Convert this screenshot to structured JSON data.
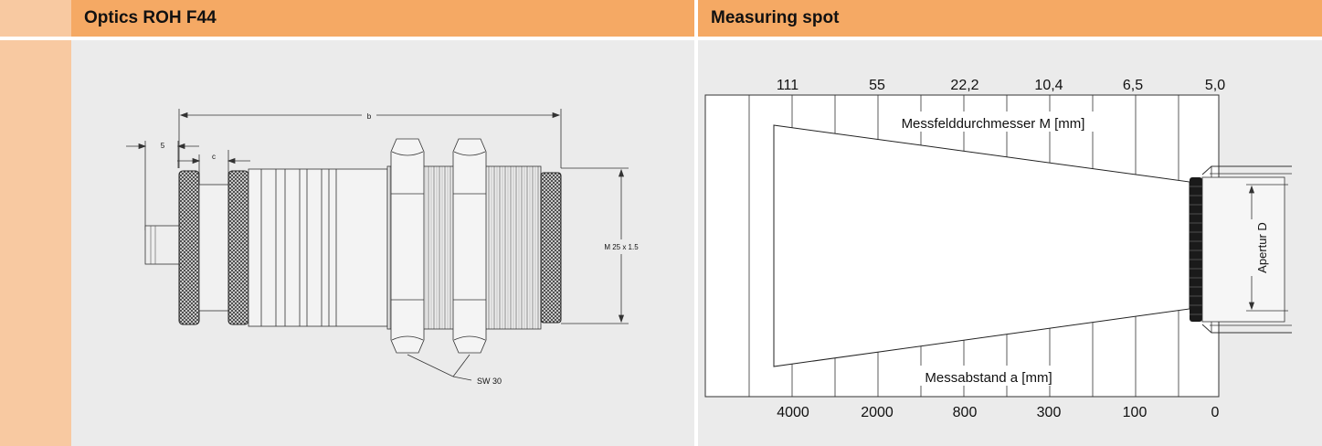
{
  "left_panel": {
    "title": "Optics ROH F44",
    "dimensions": {
      "b": "b",
      "five": "5",
      "c": "c",
      "thread": "M 25 x 1.5",
      "wrench": "SW 30"
    }
  },
  "right_panel": {
    "title": "Measuring spot",
    "top_scale": [
      "111",
      "55",
      "22,2",
      "10,4",
      "6,5",
      "5,0"
    ],
    "bottom_scale": [
      "4000",
      "2000",
      "800",
      "300",
      "100",
      "0"
    ],
    "top_axis_label": "Messfelddurchmesser M [mm]",
    "bottom_axis_label": "Messabstand a [mm]",
    "aperture_label": "Apertur D"
  },
  "colors": {
    "header": "#f5a964",
    "header_light": "#f8c9a1",
    "panel": "#ebebeb"
  }
}
